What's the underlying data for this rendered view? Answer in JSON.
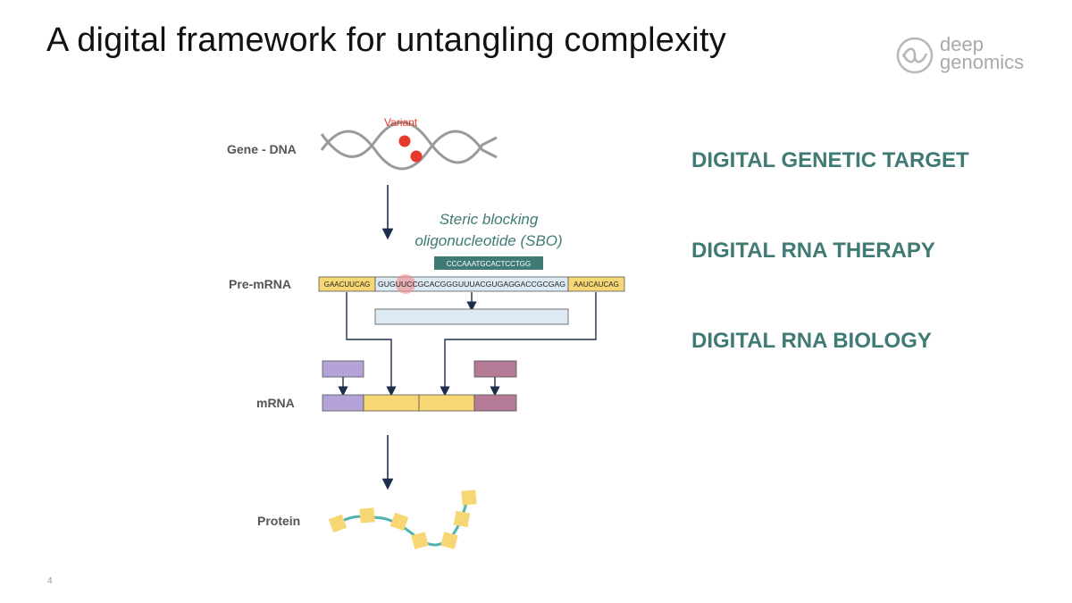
{
  "slide": {
    "title": "A digital framework for untangling complexity",
    "page_number": "4"
  },
  "logo": {
    "line1": "deep",
    "line2": "genomics"
  },
  "diagram": {
    "rows": {
      "gene": "Gene - DNA",
      "pre_mrna": "Pre-mRNA",
      "mrna": "mRNA",
      "protein": "Protein"
    },
    "variant_label": "Variant",
    "sbo_label_line1": "Steric blocking",
    "sbo_label_line2": "oligonucleotide (SBO)",
    "sbo_sequence": "CCCAAATGCACTCCTGG",
    "pre_mrna_segments": {
      "left_exon": "GAACUUCAG",
      "intron": "GUGUUCCGCACGGGUUUACGUGAGGACCGCGAG",
      "right_exon": "AAUCAUCAG"
    },
    "colors": {
      "exon_yellow": "#f7d774",
      "intron_blue": "#dde9f3",
      "purple": "#b3a3d6",
      "mauve": "#b57a95",
      "teal": "#3f7a74",
      "variant_red": "#e53a2c",
      "dna_gray": "#9a9a9a",
      "arrow_navy": "#1f2d4d"
    }
  },
  "labels": {
    "target": "DIGITAL GENETIC TARGET",
    "therapy": "DIGITAL RNA THERAPY",
    "biology": "DIGITAL RNA BIOLOGY"
  }
}
